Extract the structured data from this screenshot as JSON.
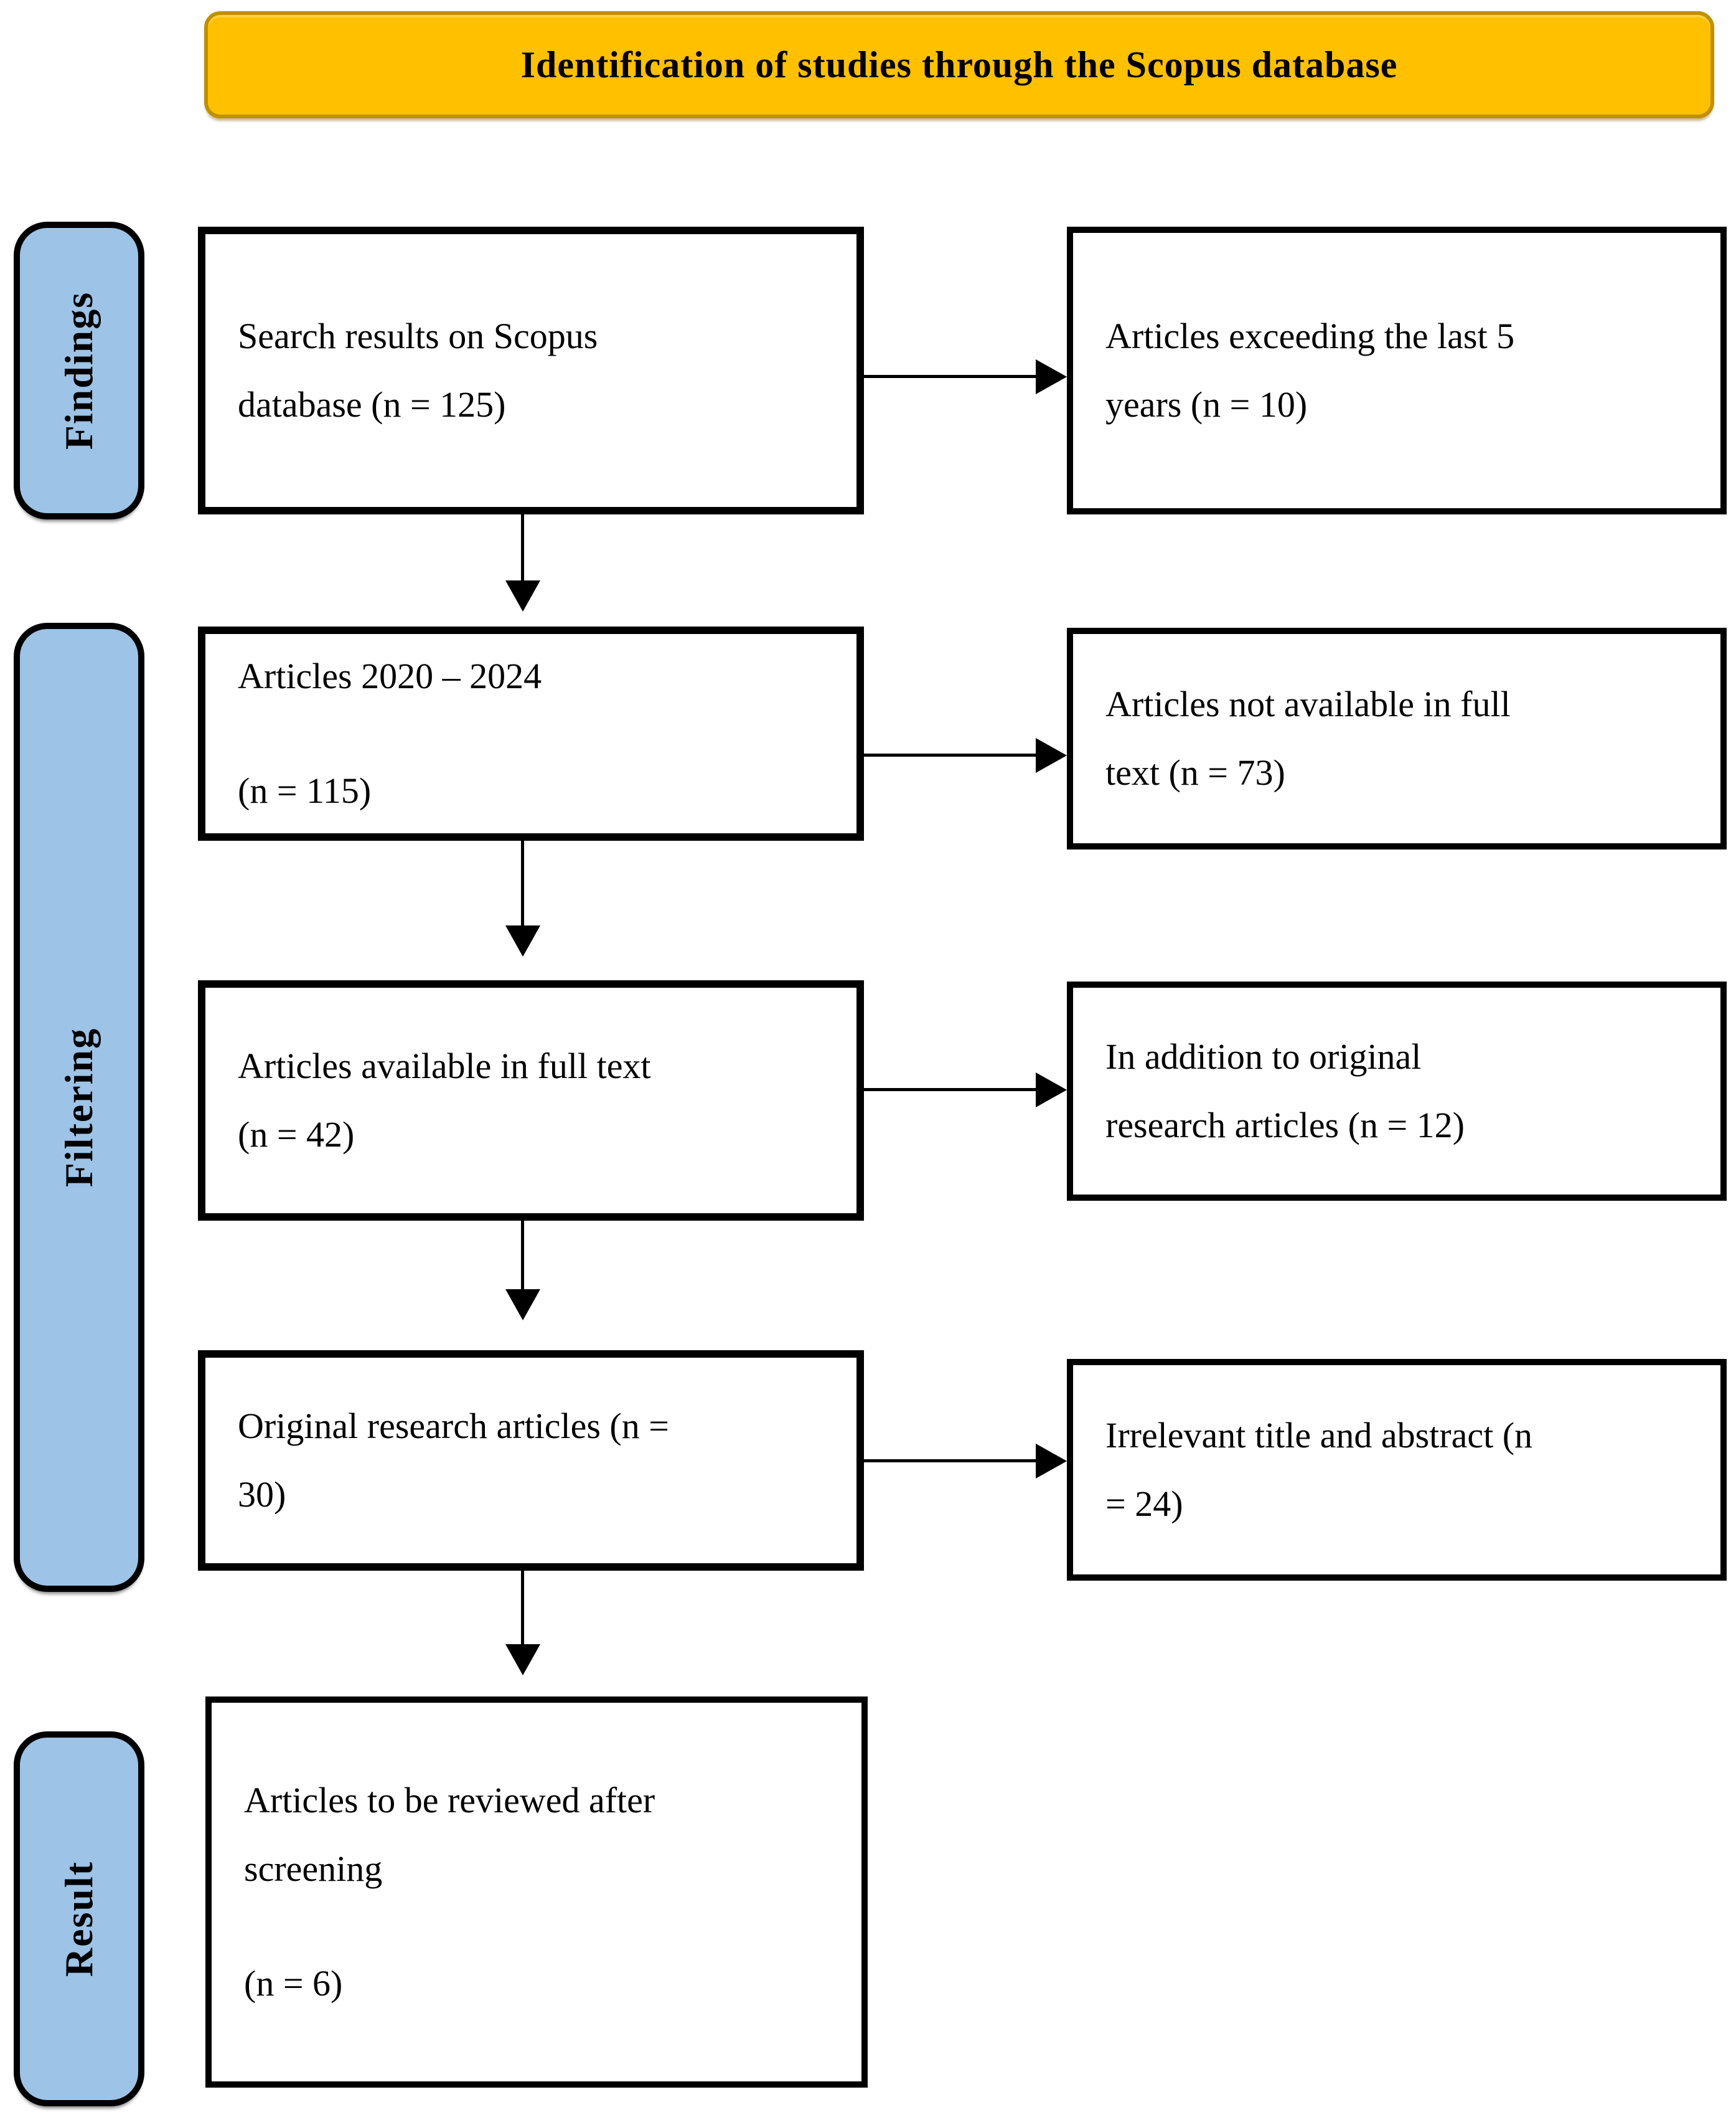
{
  "banner": {
    "title": "Identification of studies through the Scopus database"
  },
  "stages": {
    "findings": "Findings",
    "filtering": "Filtering",
    "result": "Result"
  },
  "boxes": {
    "b1": {
      "text": "Search results on Scopus\ndatabase (n = 125)"
    },
    "s1": {
      "text": "Articles exceeding the last 5\nyears (n = 10)"
    },
    "b2": {
      "text": "Articles 2020 – 2024",
      "text2": "(n = 115)"
    },
    "s2": {
      "text": "Articles not available in full\ntext (n = 73)"
    },
    "b3": {
      "text": "Articles available in full text\n(n = 42)"
    },
    "s3": {
      "text": "In addition to original\nresearch articles (n = 12)"
    },
    "b4": {
      "text": "Original research articles (n =\n30)"
    },
    "s4": {
      "text": "Irrelevant title and abstract (n\n= 24)"
    },
    "b5": {
      "text": "Articles to be reviewed after\nscreening",
      "text2": "(n = 6)"
    }
  },
  "icons": {
    "arrow_right": "right-arrowhead",
    "arrow_down": "down-arrowhead"
  },
  "colors": {
    "banner_fill": "#FFC000",
    "banner_border": "#BF9000",
    "stage_fill": "#9DC3E6",
    "stage_border": "#000000",
    "box_fill": "#FFFFFF",
    "box_border": "#000000",
    "arrow": "#000000"
  }
}
